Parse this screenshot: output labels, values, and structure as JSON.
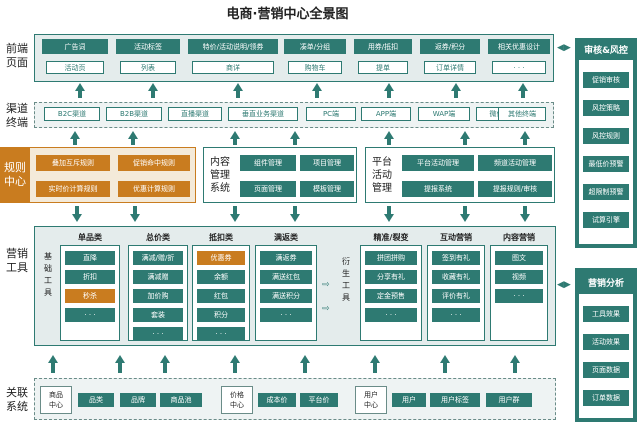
{
  "title": "电商·营销中心全景图",
  "frontend": {
    "label": "前端\n页面",
    "row1": [
      "广告词",
      "活动标签",
      "特价/活动说明/领券",
      "凑单/分组",
      "用券/抵扣",
      "返券/积分",
      "相关优惠设计"
    ],
    "row2": [
      "活动页",
      "列表",
      "商详",
      "购物车",
      "提单",
      "订单详情",
      "· · ·"
    ]
  },
  "channels": {
    "label": "渠道\n终端",
    "group1": [
      "B2C渠道",
      "B2B渠道",
      "直播渠道",
      "垂直业务渠道"
    ],
    "group2": [
      "PC端",
      "APP端",
      "WAP端",
      "微信端",
      "其他终端"
    ]
  },
  "rules": {
    "label": "规则\n中心",
    "items": [
      "叠加互斥规则",
      "促销命中规则",
      "实时价计算规则",
      "优惠计算规则"
    ]
  },
  "cms": {
    "label": "内容\n管理\n系统",
    "items": [
      "组件管理",
      "项目管理",
      "页面管理",
      "模板管理"
    ]
  },
  "platform": {
    "label": "平台\n活动\n管理",
    "items": [
      "平台活动管理",
      "频道活动管理",
      "提报系统",
      "提报规则/审核"
    ]
  },
  "tools": {
    "label": "营销\n工具",
    "base_label": "基\n础\n工\n具",
    "derived_label": "衍\n生\n工\n具",
    "columns": [
      {
        "title": "单品类",
        "items": [
          "直降",
          "折扣",
          "秒杀",
          "· · ·"
        ]
      },
      {
        "title": "总价类",
        "items": [
          "满减/赠/折",
          "满减赠",
          "加价购",
          "套装",
          "· · ·"
        ]
      },
      {
        "title": "抵扣类",
        "items": [
          "优惠券",
          "余额",
          "红包",
          "积分",
          "· · ·"
        ]
      },
      {
        "title": "满返类",
        "items": [
          "满返券",
          "满送红包",
          "满送积分",
          "· · ·"
        ]
      },
      {
        "title": "精准/裂变",
        "items": [
          "拼团拼购",
          "分享有礼",
          "定金预售",
          "· · ·"
        ]
      },
      {
        "title": "互动营销",
        "items": [
          "签到有礼",
          "收藏有礼",
          "评价有礼",
          "· · ·"
        ]
      },
      {
        "title": "内容营销",
        "items": [
          "图文",
          "视频",
          "· · ·"
        ]
      }
    ]
  },
  "related": {
    "label": "关联\n系统",
    "product_center": "商品\n中心",
    "product_items": [
      "品类",
      "品牌",
      "商品池"
    ],
    "price_center": "价格\n中心",
    "price_items": [
      "成本价",
      "平台价"
    ],
    "user_center": "用户\n中心",
    "user_items": [
      "用户",
      "用户标签",
      "用户群"
    ]
  },
  "review": {
    "title": "审核&风控",
    "items": [
      "促销审核",
      "风控策略",
      "风控规则",
      "最低价预警",
      "超限制预警",
      "试算引擎"
    ]
  },
  "analytics": {
    "title": "营销分析",
    "items": [
      "工具效果",
      "活动效果",
      "页面数据",
      "订单数据"
    ]
  },
  "colors": {
    "teal": "#2e7a72",
    "orange": "#c97c1f",
    "panel": "#e4ecec"
  }
}
